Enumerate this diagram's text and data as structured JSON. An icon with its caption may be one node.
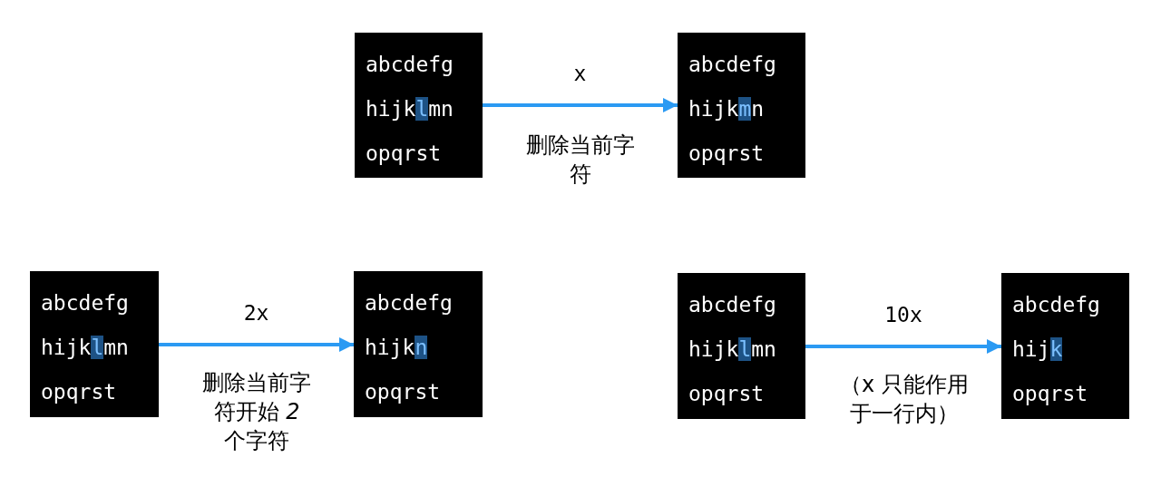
{
  "diagram": {
    "nodes": [
      {
        "text": [
          "abcdefg",
          "hijklmn",
          "opqrst"
        ]
      },
      {
        "text": [
          "abcdefg",
          "hijkmn",
          "opqrst"
        ]
      },
      {
        "text": [
          "abcdefg",
          "hijklmn",
          "opqrst"
        ]
      },
      {
        "text": [
          "abcdefg",
          "hijkn",
          "opqrst"
        ]
      },
      {
        "text": [
          "abcdefg",
          "hijklmn",
          "opqrst"
        ]
      },
      {
        "text": [
          "abcdefg",
          "hijk",
          "opqrst"
        ]
      }
    ],
    "edges": [
      {
        "from": 0,
        "to": 1,
        "arrow": "to",
        "label": "x"
      },
      {
        "from": 2,
        "to": 3,
        "arrow": "to",
        "label": "2x"
      },
      {
        "from": 4,
        "to": 5,
        "arrow": "to",
        "label": "10x"
      }
    ],
    "labels": [
      "删除当前字符",
      "删除当前字符开始 *2* 个字符",
      "（x 只能作用于一行内）"
    ]
  }
}
